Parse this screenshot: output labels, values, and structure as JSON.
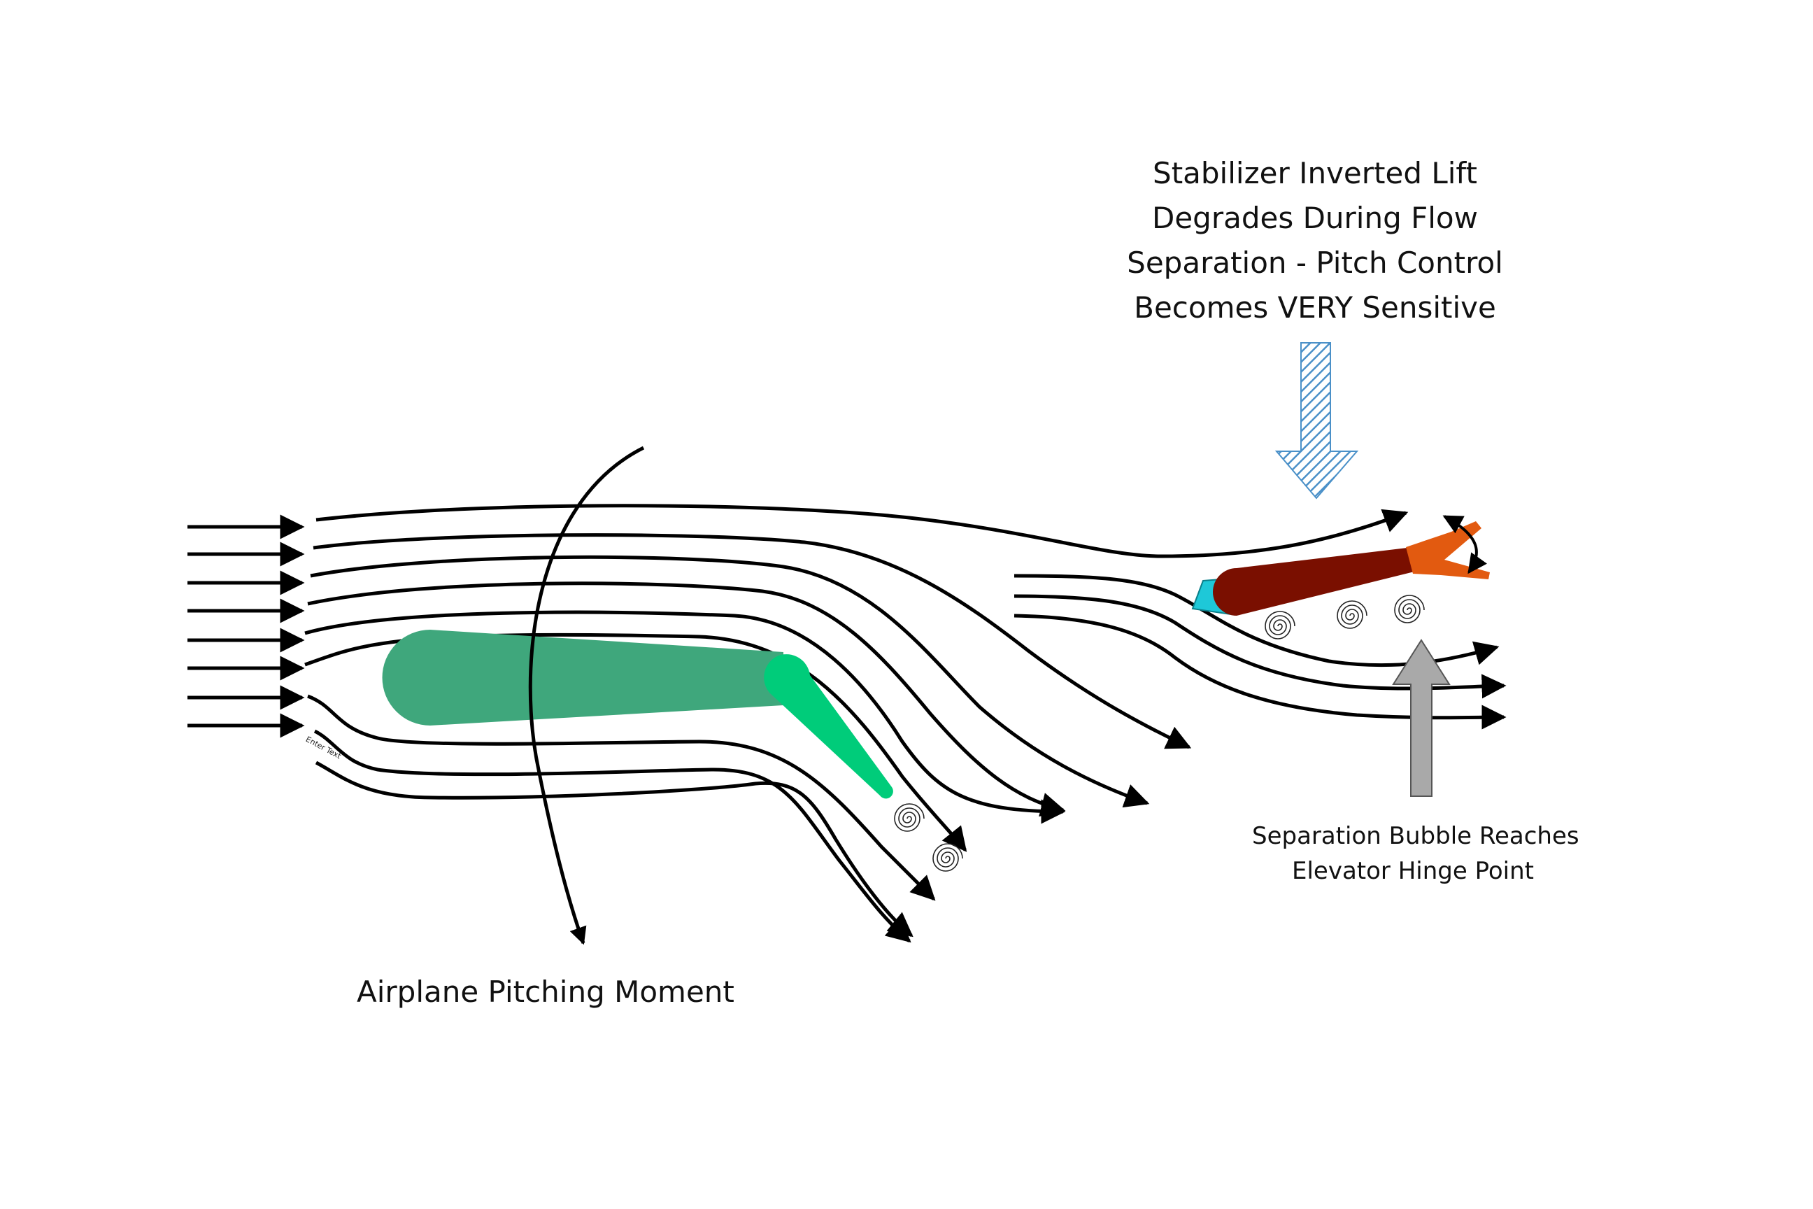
{
  "labels": {
    "stabilizer_lines": [
      "Stabilizer Inverted Lift",
      "Degrades During Flow",
      "Separation - Pitch Control",
      "Becomes VERY Sensitive"
    ],
    "separation_lines": [
      "Separation Bubble Reaches",
      "Elevator Hinge Point"
    ],
    "pitching_moment": "Airplane Pitching Moment",
    "placeholder": "Enter Text"
  },
  "colors": {
    "wing": "#3fa77c",
    "wing_flap": "#00cc7a",
    "stabilizer": "#7a0f00",
    "elevator": "#e25a10",
    "leading_edge": "#1ec8d8",
    "stabilizer_arrow": "#4a90c8",
    "separation_arrow": "#a9a9a9",
    "streamline": "#000000"
  },
  "icons": {
    "vortex": "spiral-vortex-icon",
    "streamline": "arrow-streamline"
  }
}
